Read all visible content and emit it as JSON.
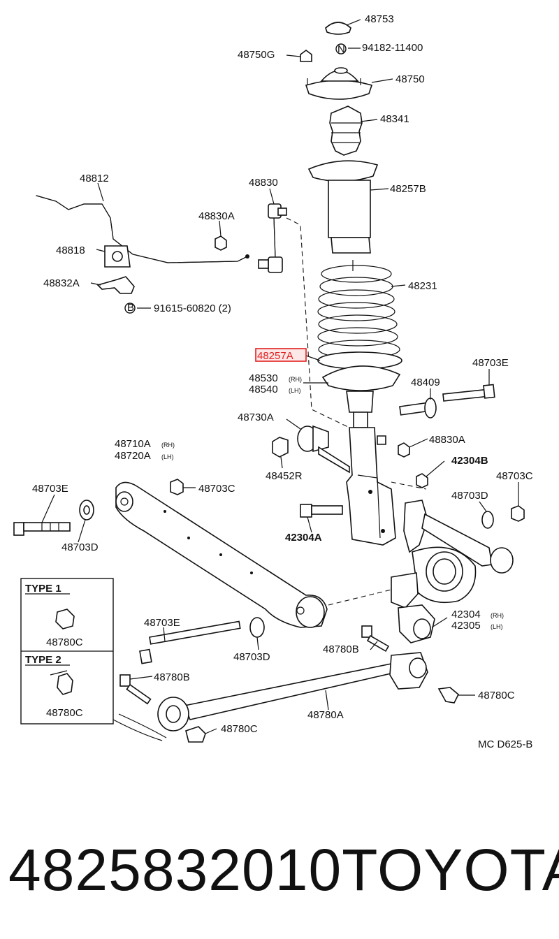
{
  "diagram": {
    "code": "MC  D625-B",
    "labels": {
      "p48753": "48753",
      "p94182": "94182-11400",
      "p94182_badge": "N",
      "p48750G": "48750G",
      "p48750": "48750",
      "p48341": "48341",
      "p48257B": "48257B",
      "p48812": "48812",
      "p48830": "48830",
      "p48830A_top": "48830A",
      "p48818": "48818",
      "p48832A": "48832A",
      "p91615": "91615-60820 (2)",
      "p91615_badge": "B",
      "p48231": "48231",
      "p48257A": "48257A",
      "p48530": "48530",
      "p48530_side": "(RH)",
      "p48540": "48540",
      "p48540_side": "(LH)",
      "p48703E_right": "48703E",
      "p48409": "48409",
      "p48730A": "48730A",
      "p48830A_mid": "48830A",
      "p48710A": "48710A",
      "p48710A_side": "(RH)",
      "p48720A": "48720A",
      "p48720A_side": "(LH)",
      "p48452R": "48452R",
      "p42304B": "42304B",
      "p48703C_right": "48703C",
      "p48703E_left": "48703E",
      "p48703C_mid": "48703C",
      "p48703D_right": "48703D",
      "p42304A": "42304A",
      "p48703D_left": "48703D",
      "type1": "TYPE 1",
      "type1_part": "48780C",
      "type2": "TYPE 2",
      "type2_part": "48780C",
      "p48703E_bottom": "48703E",
      "p42304": "42304",
      "p42304_side": "(RH)",
      "p42305": "42305",
      "p42305_side": "(LH)",
      "p48703D_bottom": "48703D",
      "p48780B_mid": "48780B",
      "p48780B_left": "48780B",
      "p48780C_right": "48780C",
      "p48780A": "48780A",
      "p48780C_bottom": "48780C"
    }
  },
  "footer": {
    "part_number": "4825832010",
    "brand": "TOYOTA"
  },
  "colors": {
    "highlight": "#e02020"
  }
}
